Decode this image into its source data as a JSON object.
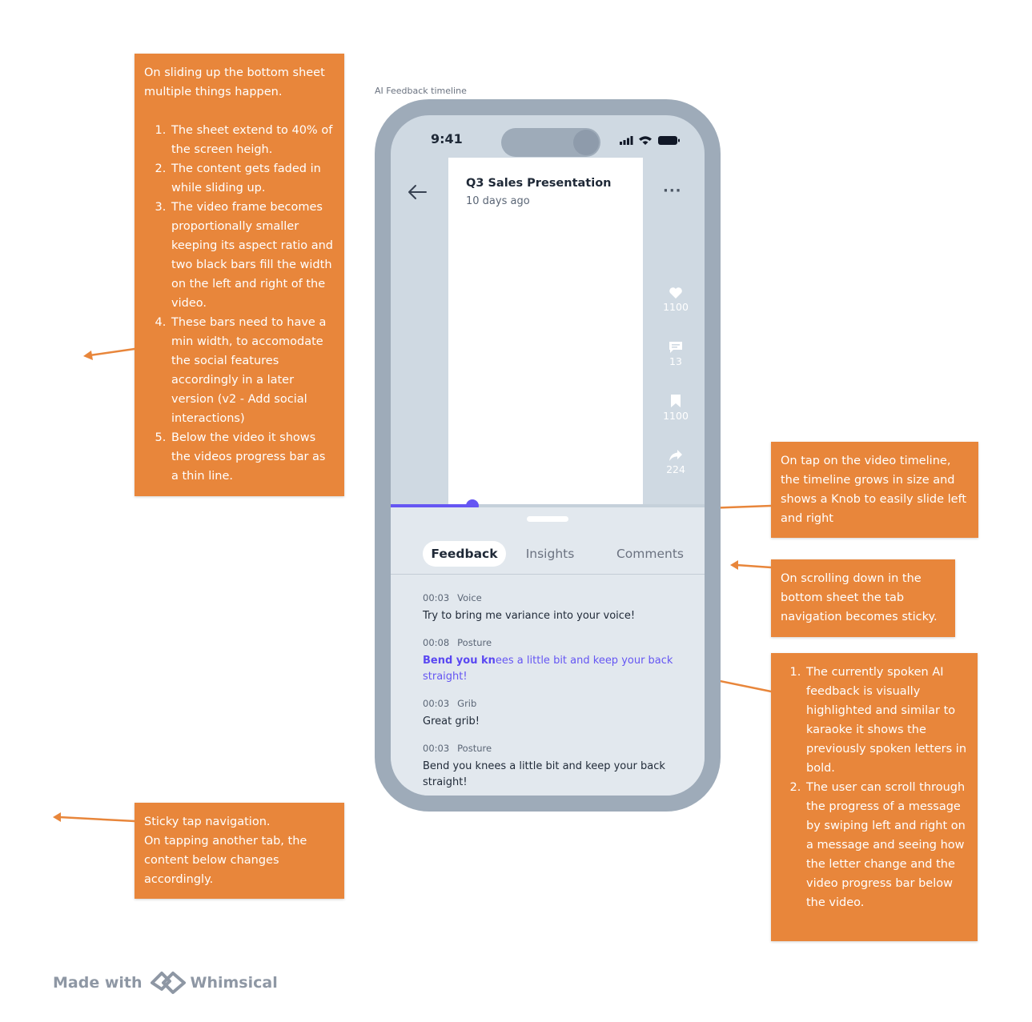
{
  "frame_label": "AI Feedback timeline",
  "status_bar": {
    "time": "9:41"
  },
  "header": {
    "title": "Q3 Sales Presentation",
    "subtitle": "10 days ago"
  },
  "icons": [
    "arrow-left-icon",
    "more-icon",
    "heart-icon",
    "comment-icon",
    "bookmark-icon",
    "share-icon"
  ],
  "social": {
    "likes": "1100",
    "comments": "13",
    "saves": "1100",
    "shares": "224"
  },
  "progress": {
    "fraction": 0.26
  },
  "colors": {
    "accent": "#6556f3",
    "note": "#e8863b",
    "phone": "#9eabb9"
  },
  "tabs": [
    {
      "label": "Feedback",
      "active": true
    },
    {
      "label": "Insights",
      "active": false
    },
    {
      "label": "Comments",
      "active": false
    }
  ],
  "feedback": [
    {
      "time": "00:03",
      "category": "Voice",
      "text": "Try to bring me variance into your voice!"
    },
    {
      "time": "00:08",
      "category": "Posture",
      "spoken": "Bend you kn",
      "rest": "ees a little bit and keep your back straight!"
    },
    {
      "time": "00:03",
      "category": "Grib",
      "text": "Great grib!"
    },
    {
      "time": "00:03",
      "category": "Posture",
      "text": "Bend you knees a little bit and keep your back straight!"
    }
  ],
  "notes": {
    "slide_up": {
      "intro": "On sliding up the bottom sheet multiple things happen.",
      "items": [
        "The sheet extend to 40% of the screen heigh.",
        "The content gets faded in while sliding up.",
        "The video frame becomes proportionally smaller keeping its aspect ratio and two black bars fill the width on the left and right of the video.",
        "These bars need to have a min width, to accomodate the social features accordingly in a later version (v2 - Add social interactions)",
        "Below the video it shows the videos progress bar as a thin line."
      ]
    },
    "timeline": "On tap on the video timeline, the timeline grows in size and shows a Knob to easily slide left and right",
    "sticky": "On scrolling down in the bottom sheet the tab navigation becomes sticky.",
    "karaoke": [
      "The currently spoken AI feedback is visually highlighted and similar to karaoke it shows the previously spoken letters in bold.",
      "The user can scroll through the progress of a message by swiping left and right on a message and seeing how the letter change and the video progress bar below the video."
    ],
    "tab_nav": [
      "Sticky tap navigation.",
      "On tapping another tab, the content below changes accordingly."
    ]
  },
  "footer": {
    "made_with": "Made with",
    "brand": "Whimsical"
  }
}
